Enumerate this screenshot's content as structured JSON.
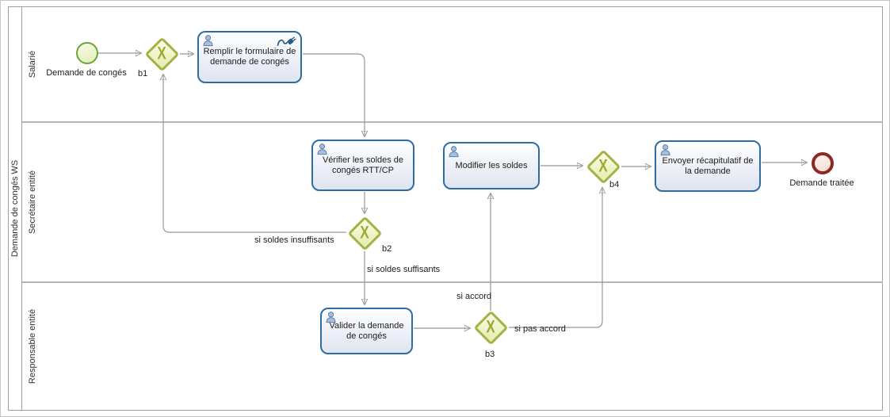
{
  "pool": {
    "label": "Demande de congés WS"
  },
  "lanes": [
    {
      "label": "Salarié"
    },
    {
      "label": "Secrétaire entité"
    },
    {
      "label": "Responsable entité"
    }
  ],
  "nodes": {
    "start_event": {
      "label": "Demande de congés"
    },
    "gateway_b1": {
      "label": "b1",
      "marker": "X"
    },
    "task_remplir": {
      "label": "Remplir le formulaire de demande de congés"
    },
    "task_verifier": {
      "label": "Vérifier les soldes de congés RTT/CP"
    },
    "gateway_b2": {
      "label": "b2",
      "marker": "X"
    },
    "task_valider": {
      "label": "Valider la demande de congés"
    },
    "gateway_b3": {
      "label": "b3",
      "marker": "X"
    },
    "task_modifier": {
      "label": "Modifier les soldes"
    },
    "gateway_b4": {
      "label": "b4",
      "marker": "X"
    },
    "task_envoyer": {
      "label": "Envoyer récapitulatif de la demande"
    },
    "end_event": {
      "label": "Demande traitée"
    }
  },
  "flow_labels": {
    "si_soldes_insuffisants": "si soldes insuffisants",
    "si_soldes_suffisants": "si soldes suffisants",
    "si_accord": "si accord",
    "si_pas_accord": "si pas accord"
  },
  "icons": [
    "user-icon",
    "connector-plug-icon"
  ],
  "colors": {
    "task_border": "#2e6da4",
    "task_fill_bottom": "#dfe4f0",
    "gateway_border": "#a3b242",
    "gateway_marker": "#9aaa33",
    "gateway_fill": "#e9efb7",
    "start_event_border": "#6aa637",
    "start_event_fill": "#edf2cd",
    "end_event_border": "#8d2723",
    "end_event_fill": "#f9e7e1",
    "flow_line": "#979797",
    "lane_divider": "#b5b5b5"
  }
}
